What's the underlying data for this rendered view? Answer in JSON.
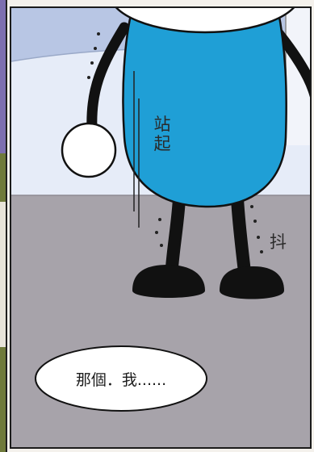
{
  "comic": {
    "sfx_stand_up": [
      "站",
      "起"
    ],
    "sfx_shake": "抖",
    "speech_bubble": "那個．我......"
  },
  "colors": {
    "body": "#1f9fd6",
    "sky_top": "#b8c6e4",
    "sky_mid": "#e6ecf8",
    "floor": "#a7a3aa",
    "outline": "#111111"
  }
}
